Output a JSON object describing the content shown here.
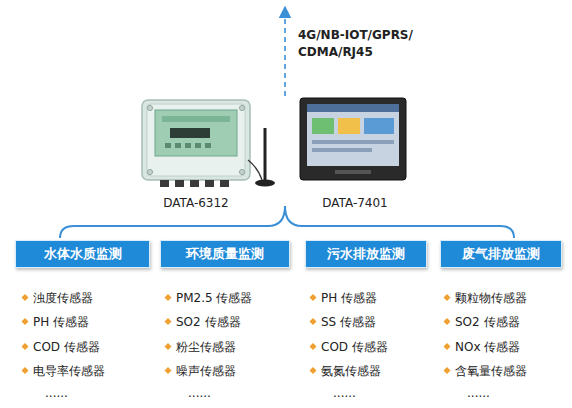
{
  "diagram": {
    "nodes": [
      {
        "text": [
          "水体水质监测"
        ]
      },
      {
        "text": [
          "环境质量监测"
        ]
      },
      {
        "text": [
          "污水排放监测"
        ]
      },
      {
        "text": [
          "废气排放监测"
        ]
      }
    ],
    "labels": [
      "4G/NB-IOT/GPRS/ CDMA/RJ45",
      "DATA-6312",
      "DATA-7401",
      "浊度传感器",
      "PH 传感器",
      "COD 传感器",
      "电导率传感器",
      "......",
      "PM2.5 传感器",
      "SO2 传感器",
      "粉尘传感器",
      "噪声传感器",
      "......",
      "PH 传感器",
      "SS 传感器",
      "COD 传感器",
      "氨氮传感器",
      "......",
      "颗粒物传感器",
      "SO2 传感器",
      "NOx 传感器",
      "含氧量传感器",
      "......"
    ]
  }
}
